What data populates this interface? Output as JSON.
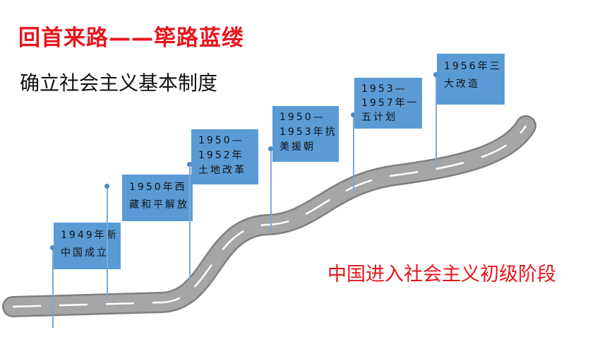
{
  "slide": {
    "title": "回首来路——筚路蓝缕",
    "subtitle": "确立社会主义基本制度",
    "conclusion": "中国进入社会主义初级阶段"
  },
  "milestones": [
    {
      "line1": "1949年新",
      "line2": "中国成立"
    },
    {
      "line1": "1950年西",
      "line2": "藏和平解放"
    },
    {
      "line1": "1950—",
      "line2": "1952年",
      "line3": "土地改革"
    },
    {
      "line1": "1950—",
      "line2": "1953年抗",
      "line3": "美援朝"
    },
    {
      "line1": "1953—",
      "line2": "1957年一",
      "line3": "五计划"
    },
    {
      "line1": "1956年三",
      "line2": "大改造"
    }
  ],
  "colors": {
    "title": "#e8141c",
    "flag": "#5b9bd5",
    "road": "#a6a6a6",
    "road_edge": "#7f7f7f",
    "road_line": "#ffffff"
  }
}
